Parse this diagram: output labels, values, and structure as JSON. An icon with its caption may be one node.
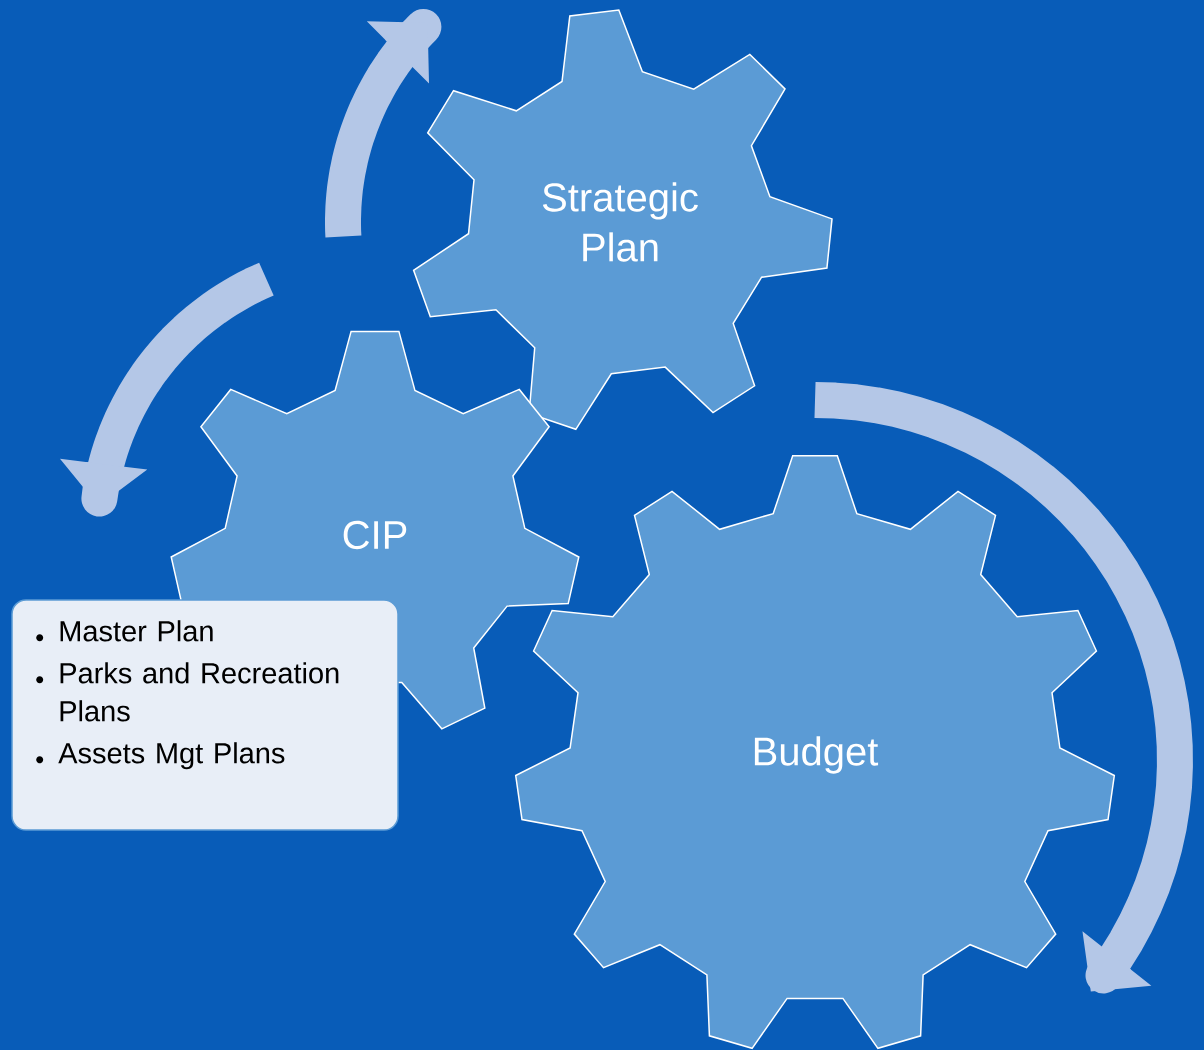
{
  "diagram": {
    "nodes": [
      {
        "text": [
          "Strategic Plan"
        ]
      },
      {
        "text": [
          "CIP"
        ]
      },
      {
        "text": [
          "Budget"
        ]
      },
      {
        "text": [
          "Master Plan",
          "Parks and Recreation Plans",
          "Assets Mgt Plans"
        ]
      }
    ]
  }
}
